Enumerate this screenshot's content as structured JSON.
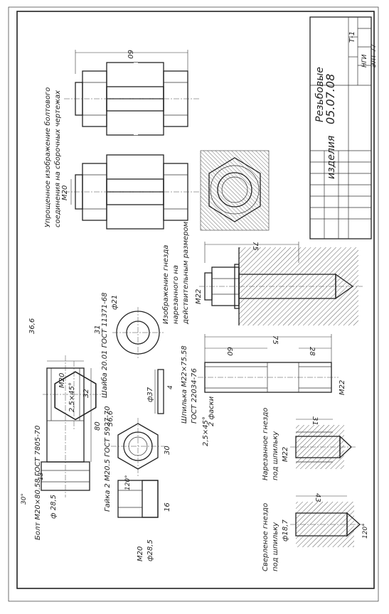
{
  "title_block": {
    "code": "05.07.08",
    "title_line1": "Резьбовые",
    "title_line2": "изделия",
    "sheet_label": "Т-1",
    "org_line1": "НГИ",
    "org_line2": "ЭЛТ-77"
  },
  "views": {
    "simplified_note_line1": "Упрощенное изображение болтового",
    "simplified_note_line2": "соединения на сборочных чертежах",
    "simplified_dim_60": "60",
    "simplified_m20": "M20",
    "socket_note_line1": "Изображение гнезда",
    "socket_note_line2": "нарезанного на",
    "socket_note_line3": "действительным размером",
    "socket_dim_75": "75",
    "socket_m22": "M22",
    "washer_label": "Шайба 20.01 ГОСТ 11371-68",
    "washer_d21": "ф21",
    "washer_d37": "ф37",
    "washer_t4": "4",
    "hex_36_6": "36,6",
    "hex_31": "31",
    "bolt_label": "Болт М20×80.58 ГОСТ 7805-70",
    "bolt_m20": "М20",
    "bolt_chamfer": "2,5×45°",
    "bolt_dim_32": "32",
    "bolt_dim_80": "80",
    "bolt_d285": "ф 28,5",
    "bolt_dim_13": "13",
    "bolt_angle": "30°",
    "nut_label": "Гайка 2 М20.5 ГОСТ 5927-70",
    "nut_dim_36_6": "36,6",
    "nut_dim_30": "30",
    "nut_dim_16": "16",
    "nut_d285": "ф28,5",
    "nut_m20": "М20",
    "nut_angle": "120°",
    "stud_label_line1": "Шпилька М22×75.58",
    "stud_label_line2": "ГОСТ 22034-76",
    "stud_dim_60": "60",
    "stud_dim_75": "75",
    "stud_dim_28": "28",
    "stud_chamfer_note": "2 фаски",
    "stud_chamfer": "2,5×45°",
    "stud_m22": "М22",
    "tapped_note_line1": "Нарезанное гнездо",
    "tapped_note_line2": "под шпильку",
    "tapped_dim_31": "31",
    "tapped_m22": "М22",
    "drilled_note_line1": "Сверленое гнездо",
    "drilled_note_line2": "под шпильку",
    "drilled_dim_43": "43",
    "drilled_d187": "ф18,7",
    "drilled_angle": "120°"
  }
}
